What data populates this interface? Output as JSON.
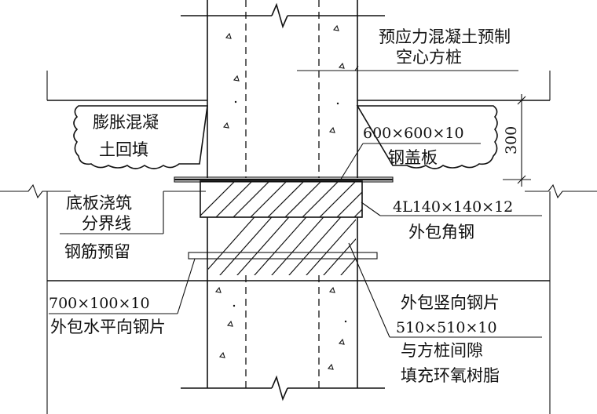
{
  "labels": {
    "pile_line1": "预应力混凝土预制",
    "pile_line2": "空心方桩",
    "backfill_line1": "膨胀混凝",
    "backfill_line2": "土回填",
    "cap_plate_dim": "600×600×10",
    "cap_plate_name": "钢盖板",
    "angle_dim": "4L140×140×12",
    "angle_name": "外包角钢",
    "slab_line1": "底板浇筑",
    "slab_line2": "分界线",
    "rebar_reserve": "钢筋预留",
    "h_plate_dim": "700×100×10",
    "h_plate_name": "外包水平向钢片",
    "v_plate_line1": "外包竖向钢片",
    "v_plate_dim": "510×510×10",
    "gap_line1": "与方桩间隙",
    "gap_line2": "填充环氧树脂"
  },
  "dimension": {
    "height_value": "300"
  }
}
